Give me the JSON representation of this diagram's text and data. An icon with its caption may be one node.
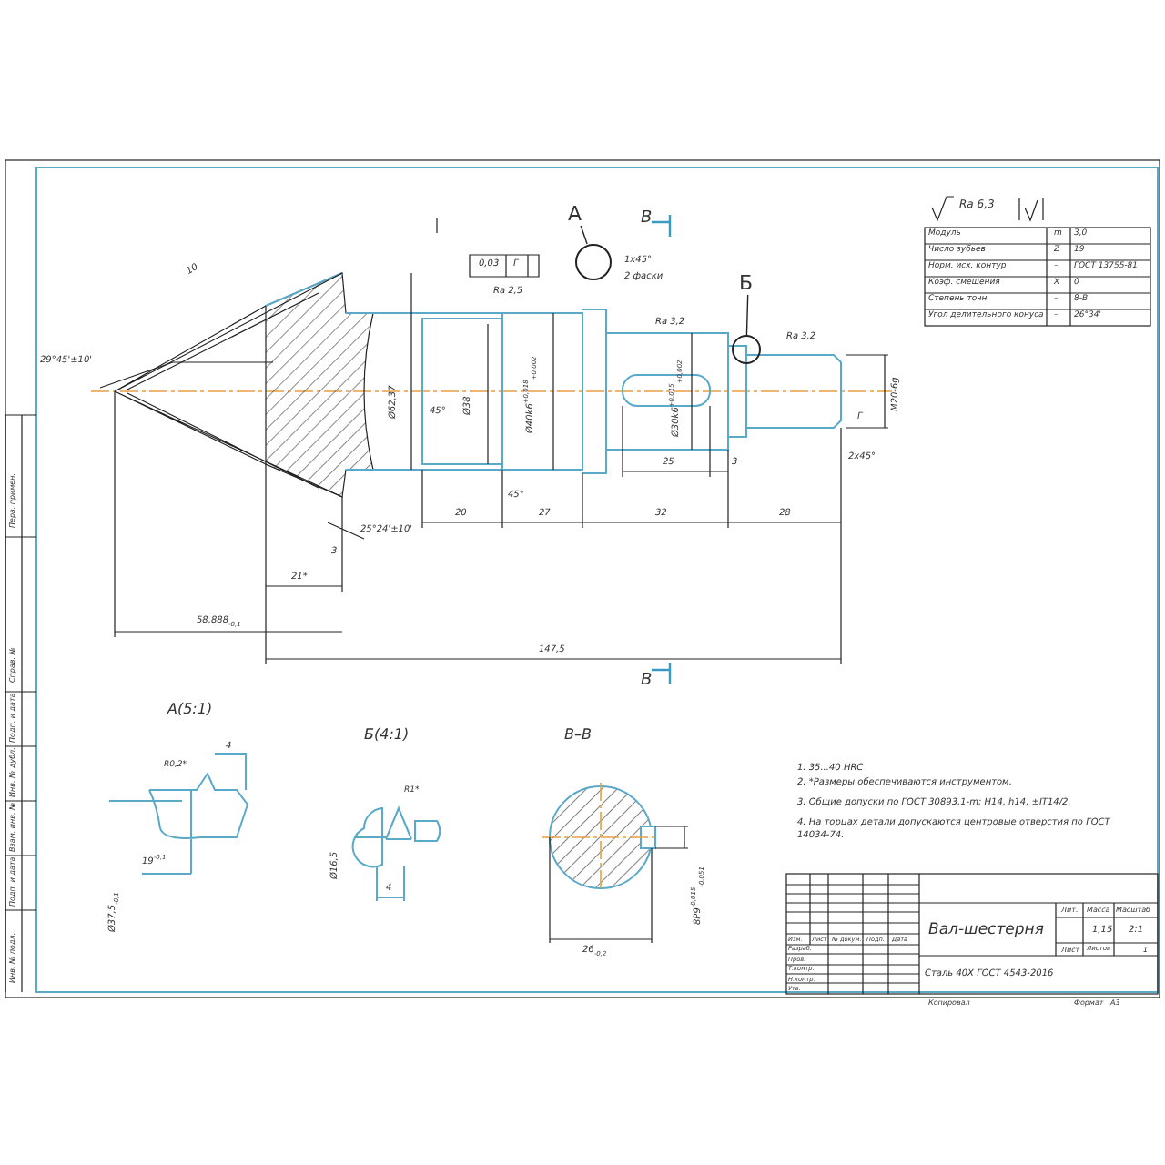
{
  "diagram": {
    "title": "Вал-шестерня",
    "nodes": [
      {
        "text": [
          "А"
        ]
      },
      {
        "text": [],
        "shape": "circle"
      },
      {
        "text": [
          "Б"
        ]
      },
      {
        "text": [],
        "shape": "circle"
      }
    ],
    "edges": [
      {
        "from": 0,
        "to": 1,
        "arrow": "none"
      },
      {
        "from": 2,
        "to": 3,
        "arrow": "none"
      }
    ],
    "labels": [
      "В",
      "Ra 6,3",
      "Модуль",
      "m",
      "3,0",
      "Число зубьев",
      "Z",
      "19",
      "Норм. исх. контур",
      "–",
      "ГОСТ 13755-81",
      "Коэф. смещения",
      "X",
      "0",
      "Степень точн.",
      "–",
      "8-В",
      "Угол делительного конуса",
      "–",
      "26°34'",
      "10",
      "0,03",
      "Г",
      "Ra 2,5",
      "Ø62,37",
      "Ø38",
      "45°",
      "Ø40k6$^{+0,018}$$_{+0,002}$",
      "45°",
      "1х45°",
      "2 фаски",
      "Ra 3,2",
      "Ra 3,2",
      "Ø30k6$^{+0,015}$$_{+0,002}$",
      "M20-6g",
      "Г",
      "2х45°",
      "29°45'±10'",
      "25°24'±10'",
      "3",
      "20",
      "27",
      "32",
      "28",
      "25",
      "3",
      "21*",
      "58,888$_{-0,1}$",
      "147,5",
      "В",
      "А(5:1)",
      "R0,2*",
      "4",
      "19$^{-0,1}$",
      "Ø37,5$_{-0,1}$",
      "Б(4:1)",
      "R1*",
      "Ø16,5",
      "4",
      "В–В",
      "8P9$^{-0,015}$$_{-0,051}$",
      "26$_{-0,2}$",
      "1. 35...40 HRC",
      "2. *Размеры обеспечиваются инструментом.",
      "3. Общие допуски по ГОСТ 30893.1-m: H14, h14, ±IT14/2.",
      "4. На торцах детали допускаются центровые отверстия по ГОСТ 14034-74.",
      "Изм.",
      "Лист",
      "№ докум.",
      "Подп.",
      "Дата",
      "Разраб.",
      "Пров.",
      "Т.контр.",
      "Н.контр.",
      "Утв.",
      "Сталь 40Х ГОСТ 4543-2016",
      "Лит.",
      "Масса",
      "Масштаб",
      "1,15",
      "2:1",
      "Лист",
      "Листов",
      "1",
      "Копировал",
      "Формат",
      "A3",
      "Перв. примен.",
      "Справ. №",
      "Подп. и дата",
      "Инв. № дубл.",
      "Взам. инв. №",
      "Подп. и дата",
      "Инв. № подл."
    ]
  }
}
